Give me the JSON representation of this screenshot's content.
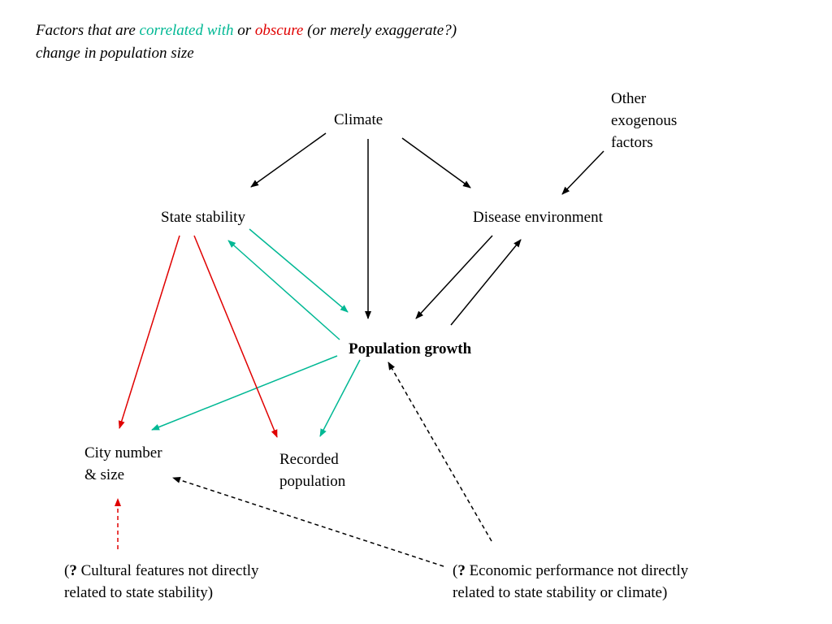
{
  "title": {
    "part1": "Factors that are ",
    "correlated": "correlated with",
    "part2": " or ",
    "obscure": "obscure",
    "part3": " (or merely exaggerate?)",
    "line2": "change in population size"
  },
  "nodes": {
    "climate": "Climate",
    "other_1": "Other",
    "other_2": "exogenous",
    "other_3": "factors",
    "state": "State stability",
    "disease": "Disease environment",
    "population": "Population growth",
    "city_1": "City number",
    "city_2": "& size",
    "recorded_1": "Recorded",
    "recorded_2": "population",
    "cultural_q": "?",
    "cultural_line1": " Cultural features not directly",
    "cultural_line2": "related to state stability)",
    "economic_q": "?",
    "economic_line1": " Economic performance not directly",
    "economic_line2": "related to state stability or climate)",
    "paren_open": "("
  },
  "colors": {
    "black": "#000000",
    "green": "#00b894",
    "red": "#e00000"
  }
}
